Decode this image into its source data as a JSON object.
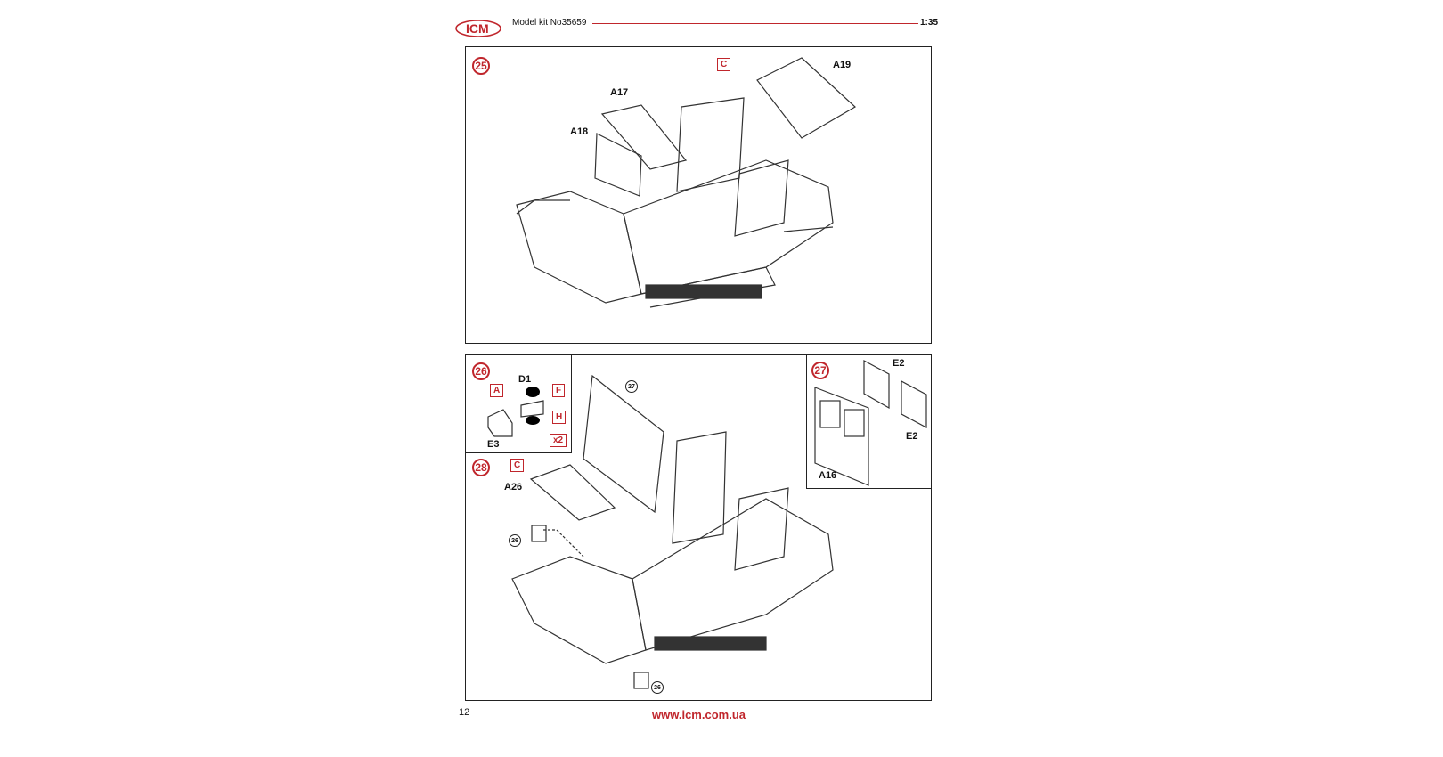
{
  "header": {
    "brand": "ICM",
    "kit": "Model kit No35659",
    "scale": "1:35"
  },
  "steps": {
    "s25": {
      "number": "25",
      "labels": [
        "A17",
        "A18",
        "A19"
      ],
      "tags": [
        "C"
      ]
    },
    "s26": {
      "number": "26",
      "labels": [
        "D1",
        "E3"
      ],
      "tags": [
        "A",
        "F",
        "H",
        "x2"
      ]
    },
    "s27": {
      "number": "27",
      "labels": [
        "E2",
        "E2",
        "A16"
      ]
    },
    "s28": {
      "number": "28",
      "labels": [
        "A26"
      ],
      "tags": [
        "C"
      ],
      "refs": [
        "27",
        "26",
        "26"
      ]
    }
  },
  "footer": {
    "page": "12",
    "url": "www.icm.com.ua"
  },
  "colors": {
    "accent": "#c0262c"
  }
}
